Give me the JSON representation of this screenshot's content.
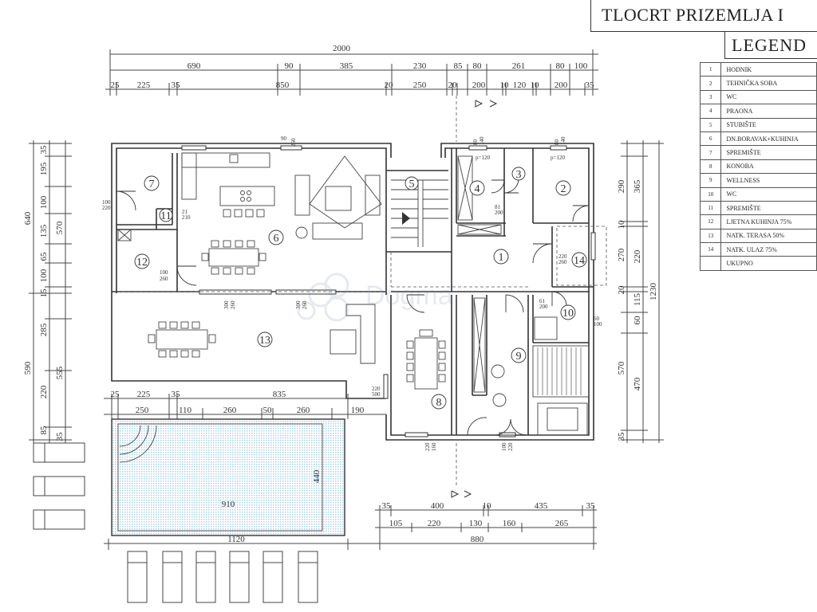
{
  "title": "TLOCRT PRIZEMLJA I",
  "legend": {
    "heading": "LEGEND",
    "rows": [
      {
        "num": "1",
        "name": "HODNIK"
      },
      {
        "num": "2",
        "name": "TEHNIČKA SOBA"
      },
      {
        "num": "3",
        "name": "WC"
      },
      {
        "num": "4",
        "name": "PRAONA"
      },
      {
        "num": "5",
        "name": "STUBIŠTE"
      },
      {
        "num": "6",
        "name": "DN.BORAVAK+KUHINJA"
      },
      {
        "num": "7",
        "name": "SPREMIŠTE"
      },
      {
        "num": "8",
        "name": "KONOBA"
      },
      {
        "num": "9",
        "name": "WELLNESS"
      },
      {
        "num": "10",
        "name": "WC"
      },
      {
        "num": "11",
        "name": "SPREMIŠTE"
      },
      {
        "num": "12",
        "name": "LJETNA KUHINJA 75%"
      },
      {
        "num": "13",
        "name": "NATK. TERASA 50%"
      },
      {
        "num": "14",
        "name": "NATK. ULAZ 75%"
      },
      {
        "num": "",
        "name": "UKUPNO"
      }
    ]
  },
  "dimensions": {
    "top_total": "2000",
    "top_row1": [
      "690",
      "90",
      "385",
      "230",
      "85",
      "80",
      "261",
      "80",
      "100"
    ],
    "top_row2": [
      "25",
      "225",
      "35",
      "850",
      "20",
      "250",
      "20",
      "200",
      "10",
      "120",
      "10",
      "200",
      "35"
    ],
    "left_total_a": "640",
    "left_total_b": "590",
    "left_outer": [
      "35",
      "195",
      "100",
      "135",
      "65",
      "100",
      "15",
      "285",
      "220",
      "85"
    ],
    "left_inner": [
      "570",
      "555",
      "35"
    ],
    "right_total": "1230",
    "right_outer": [
      "290",
      "10",
      "270",
      "20",
      "570",
      "35"
    ],
    "right_inner": [
      "365",
      "220",
      "115",
      "60",
      "470"
    ],
    "pool_row1": [
      "25",
      "225",
      "35",
      "835"
    ],
    "pool_row2": [
      "250",
      "110",
      "260",
      "50",
      "260",
      "190"
    ],
    "pool_width": "910",
    "pool_depth": "440",
    "bottom_right_row1": [
      "35",
      "400",
      "10",
      "435",
      "35"
    ],
    "bottom_right_row2": [
      "105",
      "220",
      "130",
      "160",
      "265"
    ],
    "bottom_total_left": "1120",
    "bottom_total_right": "880"
  },
  "rooms": [
    "1",
    "2",
    "3",
    "4",
    "5",
    "6",
    "7",
    "8",
    "9",
    "10",
    "11",
    "12",
    "13",
    "14"
  ],
  "small_labels": {
    "door_90_260": [
      "90",
      "260"
    ],
    "door_80_140_a": [
      "80",
      "140"
    ],
    "door_80_140_b": [
      "80",
      "140"
    ],
    "parapet_a": "p=120",
    "parapet_b": "p=120",
    "win_100_220": [
      "100",
      "220"
    ],
    "win_21_210": [
      "21",
      "210"
    ],
    "win_100_260": [
      "100",
      "260"
    ],
    "win_81_200": [
      "81",
      "200"
    ],
    "win_220_260": [
      "220",
      "260"
    ],
    "win_300_260_a": [
      "300",
      "260"
    ],
    "win_300_260_b": [
      "300",
      "260"
    ],
    "win_61_200": [
      "61",
      "200"
    ],
    "win_60_100": [
      "60",
      "100"
    ],
    "win_220_500": [
      "220",
      "500"
    ],
    "win_220_160": [
      "220",
      "160"
    ],
    "win_100_220_b": [
      "100",
      "220"
    ]
  },
  "watermark_text": "Dogma"
}
